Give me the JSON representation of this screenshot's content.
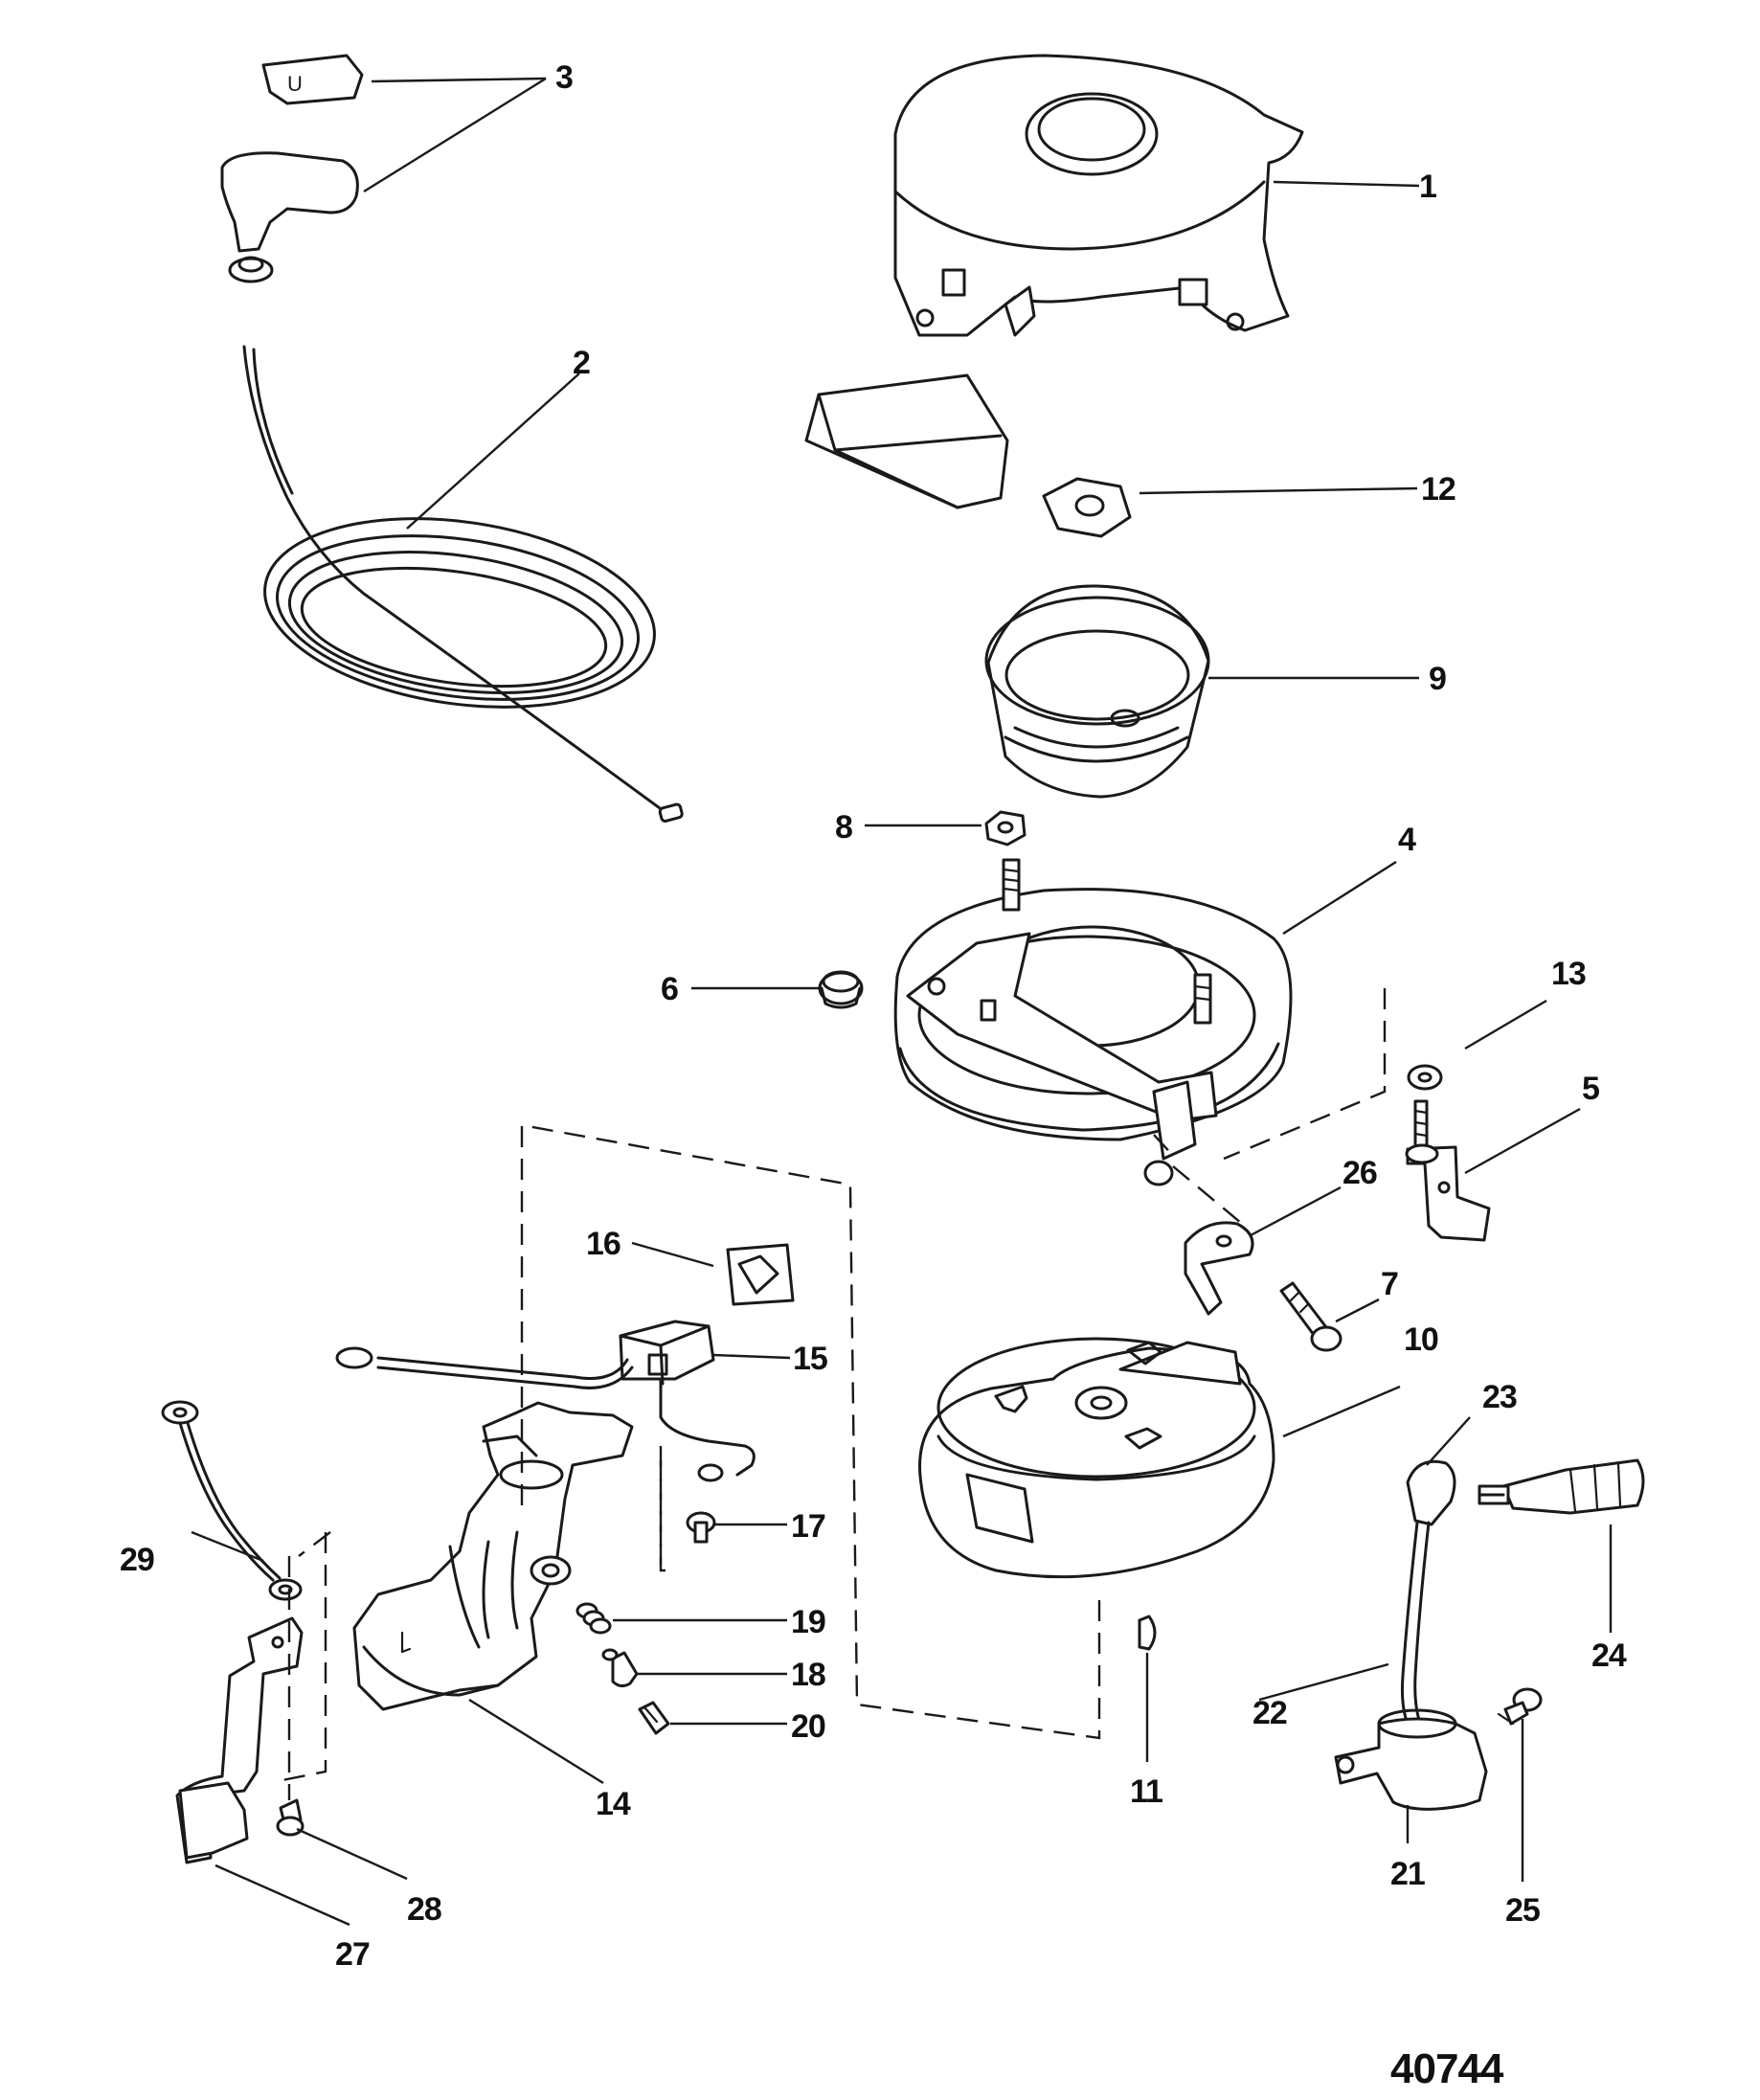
{
  "figure_number": "40744",
  "callouts": {
    "c1": "1",
    "c2": "2",
    "c3": "3",
    "c4": "4",
    "c5": "5",
    "c6": "6",
    "c7": "7",
    "c8": "8",
    "c9": "9",
    "c10": "10",
    "c11": "11",
    "c12": "12",
    "c13": "13",
    "c14": "14",
    "c15": "15",
    "c16": "16",
    "c17": "17",
    "c18": "18",
    "c19": "19",
    "c20": "20",
    "c21": "21",
    "c22": "22",
    "c23": "23",
    "c24": "24",
    "c25": "25",
    "c26": "26",
    "c27": "27",
    "c28": "28",
    "c29": "29"
  }
}
